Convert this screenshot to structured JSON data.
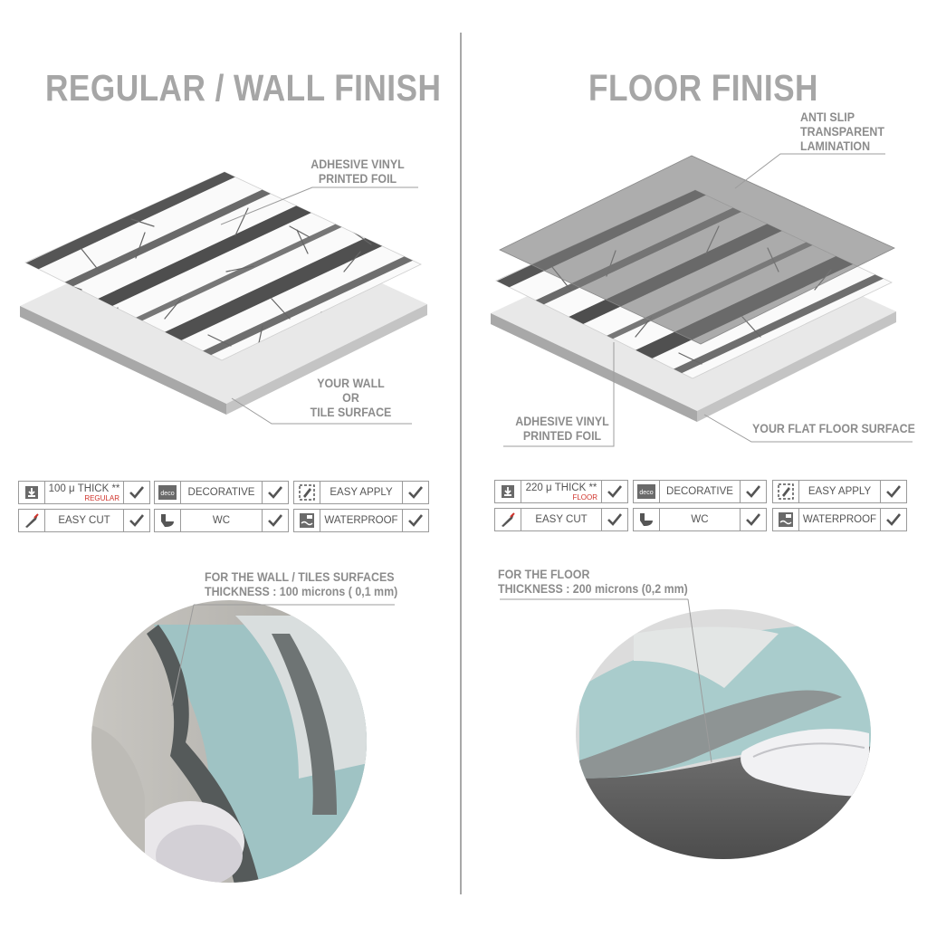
{
  "left": {
    "title": "REGULAR / WALL FINISH",
    "foil_label": [
      "ADHESIVE VINYL",
      "PRINTED FOIL"
    ],
    "surface_label": [
      "YOUR WALL",
      "OR",
      "TILE SURFACE"
    ],
    "features": [
      {
        "icon": "download-icon",
        "label": "100 μ THICK **",
        "sub": "REGULAR"
      },
      {
        "icon": "deco-icon",
        "label": "DECORATIVE",
        "icon_text": "deco"
      },
      {
        "icon": "easy-apply-icon",
        "label": "EASY APPLY"
      },
      {
        "icon": "cutter-icon",
        "label": "EASY CUT"
      },
      {
        "icon": "wc-icon",
        "label": "WC"
      },
      {
        "icon": "waterproof-icon",
        "label": "WATERPROOF"
      }
    ],
    "note": [
      "FOR THE WALL / TILES SURFACES",
      "THICKNESS : 100 microns ( 0,1 mm)"
    ]
  },
  "right": {
    "title": "FLOOR FINISH",
    "lamination_label": [
      "ANTI SLIP",
      "TRANSPARENT",
      "LAMINATION"
    ],
    "foil_label": [
      "ADHESIVE VINYL",
      "PRINTED FOIL"
    ],
    "surface_label": "YOUR FLAT FLOOR SURFACE",
    "features": [
      {
        "icon": "download-icon",
        "label": "220 μ THICK **",
        "sub": "FLOOR"
      },
      {
        "icon": "deco-icon",
        "label": "DECORATIVE",
        "icon_text": "deco"
      },
      {
        "icon": "easy-apply-icon",
        "label": "EASY APPLY"
      },
      {
        "icon": "cutter-icon",
        "label": "EASY CUT"
      },
      {
        "icon": "wc-icon",
        "label": "WC"
      },
      {
        "icon": "waterproof-icon",
        "label": "WATERPROOF"
      }
    ],
    "note": [
      "FOR THE FLOOR",
      "THICKNESS : 200 microns (0,2 mm)"
    ]
  },
  "colors": {
    "title": "#a6a6a6",
    "label": "#8c8c8c",
    "sub_red": "#d0342c",
    "surface": "#e6e6e6",
    "lamination": "#8c8c8c",
    "vinyl_teal": "#9fc3c4"
  }
}
